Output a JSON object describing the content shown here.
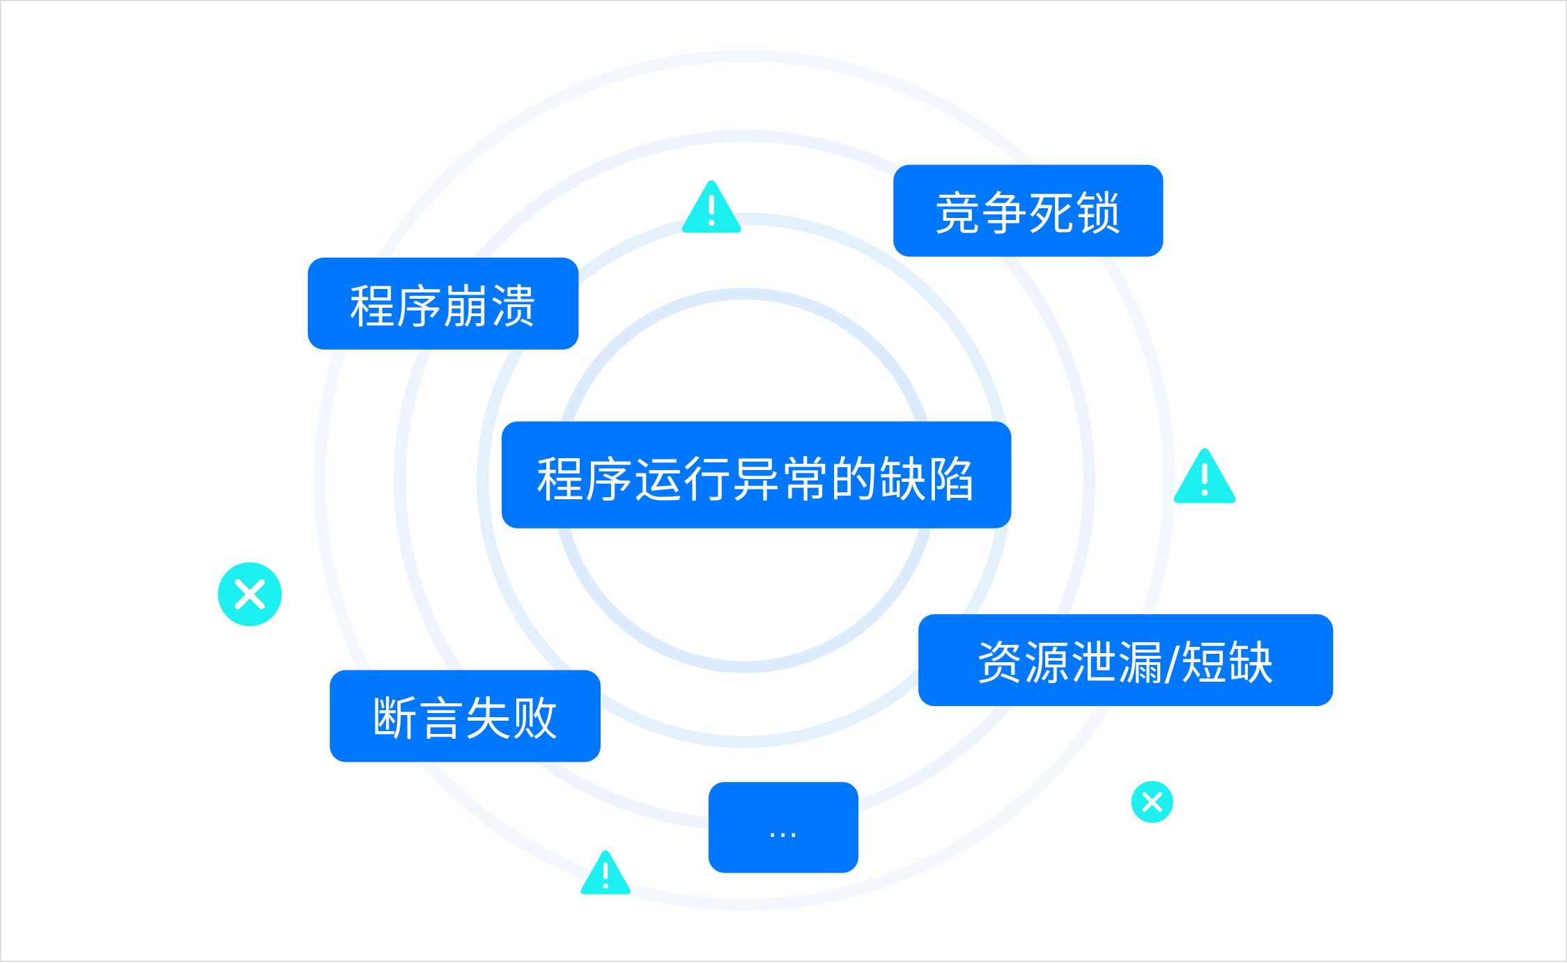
{
  "center_label": "程序运行异常的缺陷",
  "categories": [
    "程序崩溃",
    "竞争死锁",
    "资源泄漏/短缺",
    "断言失败",
    "..."
  ],
  "colors": {
    "box": "#0077ff",
    "accent": "#1ef0f0",
    "ring": "#dcebfd"
  },
  "icons": [
    "warning-icon",
    "close-circle-icon"
  ]
}
